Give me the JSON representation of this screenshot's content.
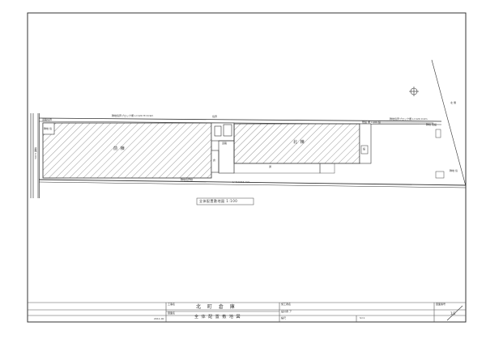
{
  "drawing": {
    "title": "全体配置敷地図 1:100",
    "buildings": {
      "west": "前 棟",
      "east": "北 棟",
      "mid_a": "倉",
      "mid_b": "通",
      "east_right": "設"
    },
    "notes": {
      "top_left_a": "道路境界",
      "top_left_b": "隣地 境",
      "top_mid": "隣地境界ブロック塀 L=120 H=0.9m",
      "top_right": "隣地境界ブロック塀 L=120 0.9m",
      "top_right_b": "既設 塀 L=60 設",
      "top_right_c": "隣地 既設",
      "bottom_a": "隣地境界線",
      "bottom_b": "L=0.1111 mm",
      "left_side": "道路 4.0m",
      "mid_gap_a": "境界",
      "mid_gap_b": "道路",
      "north": "北 側",
      "right_note": "隣地 境"
    }
  },
  "titleblock": {
    "project_label": "工事名",
    "project_name": "北 町 倉 庫",
    "drawing_label": "図面名",
    "drawing_name": "全 体 配 置 敷 地 図",
    "date_label": "2011.00",
    "scale_label": "施工者名",
    "designer_label": "設計者 ア",
    "check_label": "縮尺",
    "check_value": "S=1",
    "sheet_label": "図面番号",
    "sheet_value": "1/3"
  }
}
